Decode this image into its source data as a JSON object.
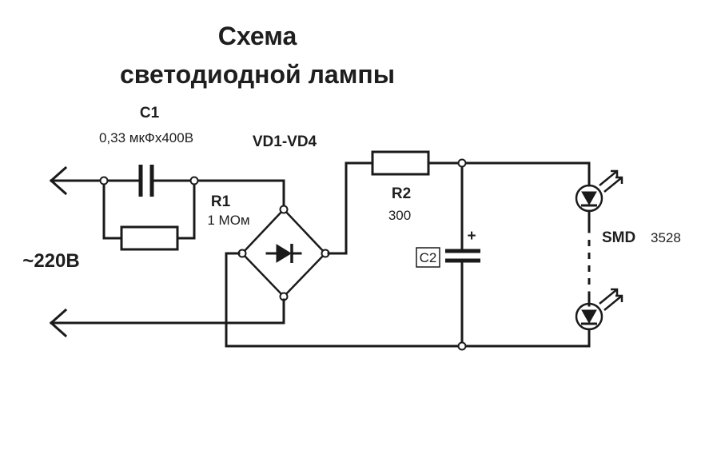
{
  "title": {
    "line1": "Схема",
    "line2": "светодиодной лампы"
  },
  "components": {
    "c1": {
      "name": "C1",
      "value": "0,33 мкФх400В"
    },
    "bridge": {
      "name": "VD1-VD4"
    },
    "r1": {
      "name": "R1",
      "value": "1 МОм"
    },
    "r2": {
      "name": "R2",
      "value": "300"
    },
    "c2": {
      "name": "C2",
      "polarity": "+"
    },
    "leds": {
      "name": "SMD",
      "value": "3528"
    }
  },
  "input": {
    "label": "~220В"
  }
}
